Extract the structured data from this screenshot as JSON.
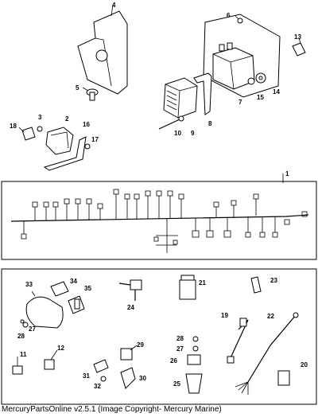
{
  "callouts": {
    "c1": "1",
    "c2": "2",
    "c3": "3",
    "c4": "4",
    "c5": "5",
    "c6": "6",
    "c7": "7",
    "c8": "8",
    "c9": "9",
    "c10": "10",
    "c11": "11",
    "c12": "12",
    "c13": "13",
    "c14": "14",
    "c15": "15",
    "c16": "16",
    "c17": "17",
    "c18": "18",
    "c19": "19",
    "c20": "20",
    "c21": "21",
    "c22": "22",
    "c23": "23",
    "c24": "24",
    "c25": "25",
    "c26": "26",
    "c27a": "27",
    "c27b": "27",
    "c28a": "28",
    "c28b": "28",
    "c29": "29",
    "c30": "30",
    "c31": "31",
    "c32": "32",
    "c33": "33",
    "c34": "34",
    "c35": "35"
  },
  "caption": "MercuryPartsOnline v2.5.1 (Image Copyright- Mercury Marine)"
}
